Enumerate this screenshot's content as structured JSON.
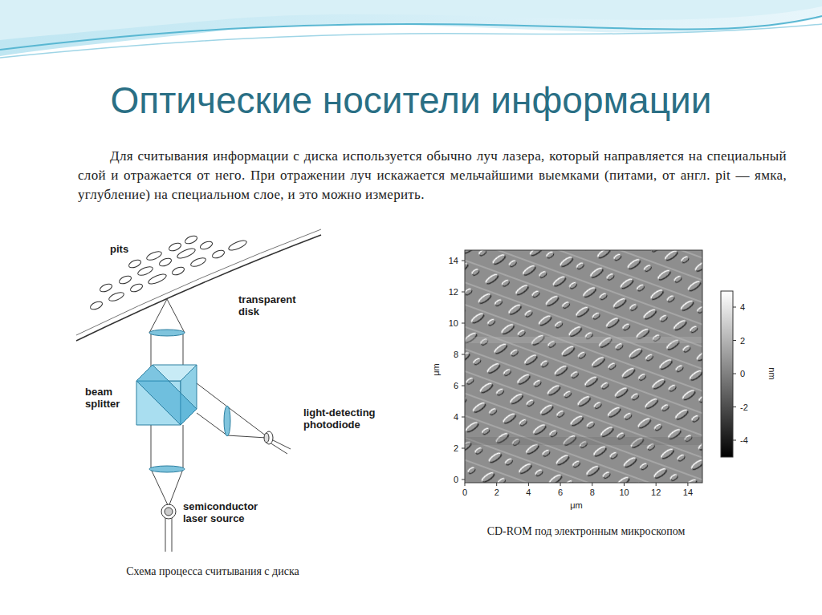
{
  "diagram": {
    "title": "Оптические носители информации",
    "labels": [
      "Для считывания информации с диска используется обычно луч лазера, который направляется на специальный слой и отражается от него. При отражении луч искажается мельчайшими выемками (питами, от англ. pit — ямка, углубление) на специальном слое, и это можно измерить.",
      "pits",
      "transparent disk",
      "beam splitter",
      "light-detecting photodiode",
      "semiconductor laser source",
      "Схема процесса считывания с диска",
      "14",
      "12",
      "10",
      "8",
      "6",
      "4",
      "2",
      "0",
      "μm",
      "0",
      "2",
      "4",
      "6",
      "8",
      "10",
      "12",
      "14",
      "μm",
      "4",
      "2",
      "0",
      "-2",
      "-4",
      "nm",
      "CD-ROM под электронным микроскопом"
    ]
  }
}
